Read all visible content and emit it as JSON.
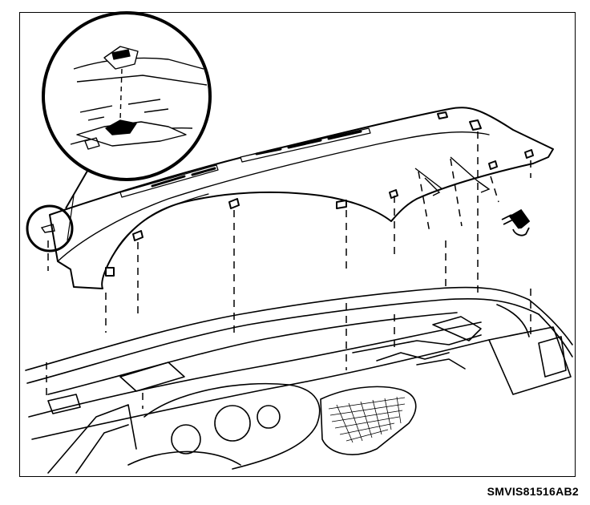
{
  "figure": {
    "reference_code": "SMVIS81516AB2",
    "line_color": "#000000",
    "background": "#ffffff",
    "parts": [
      "instrument-panel-upper-trim-pad",
      "fastener-bolt",
      "instrument-panel-carrier",
      "retainer-clip"
    ],
    "callout": "detail-magnifier-circle"
  }
}
